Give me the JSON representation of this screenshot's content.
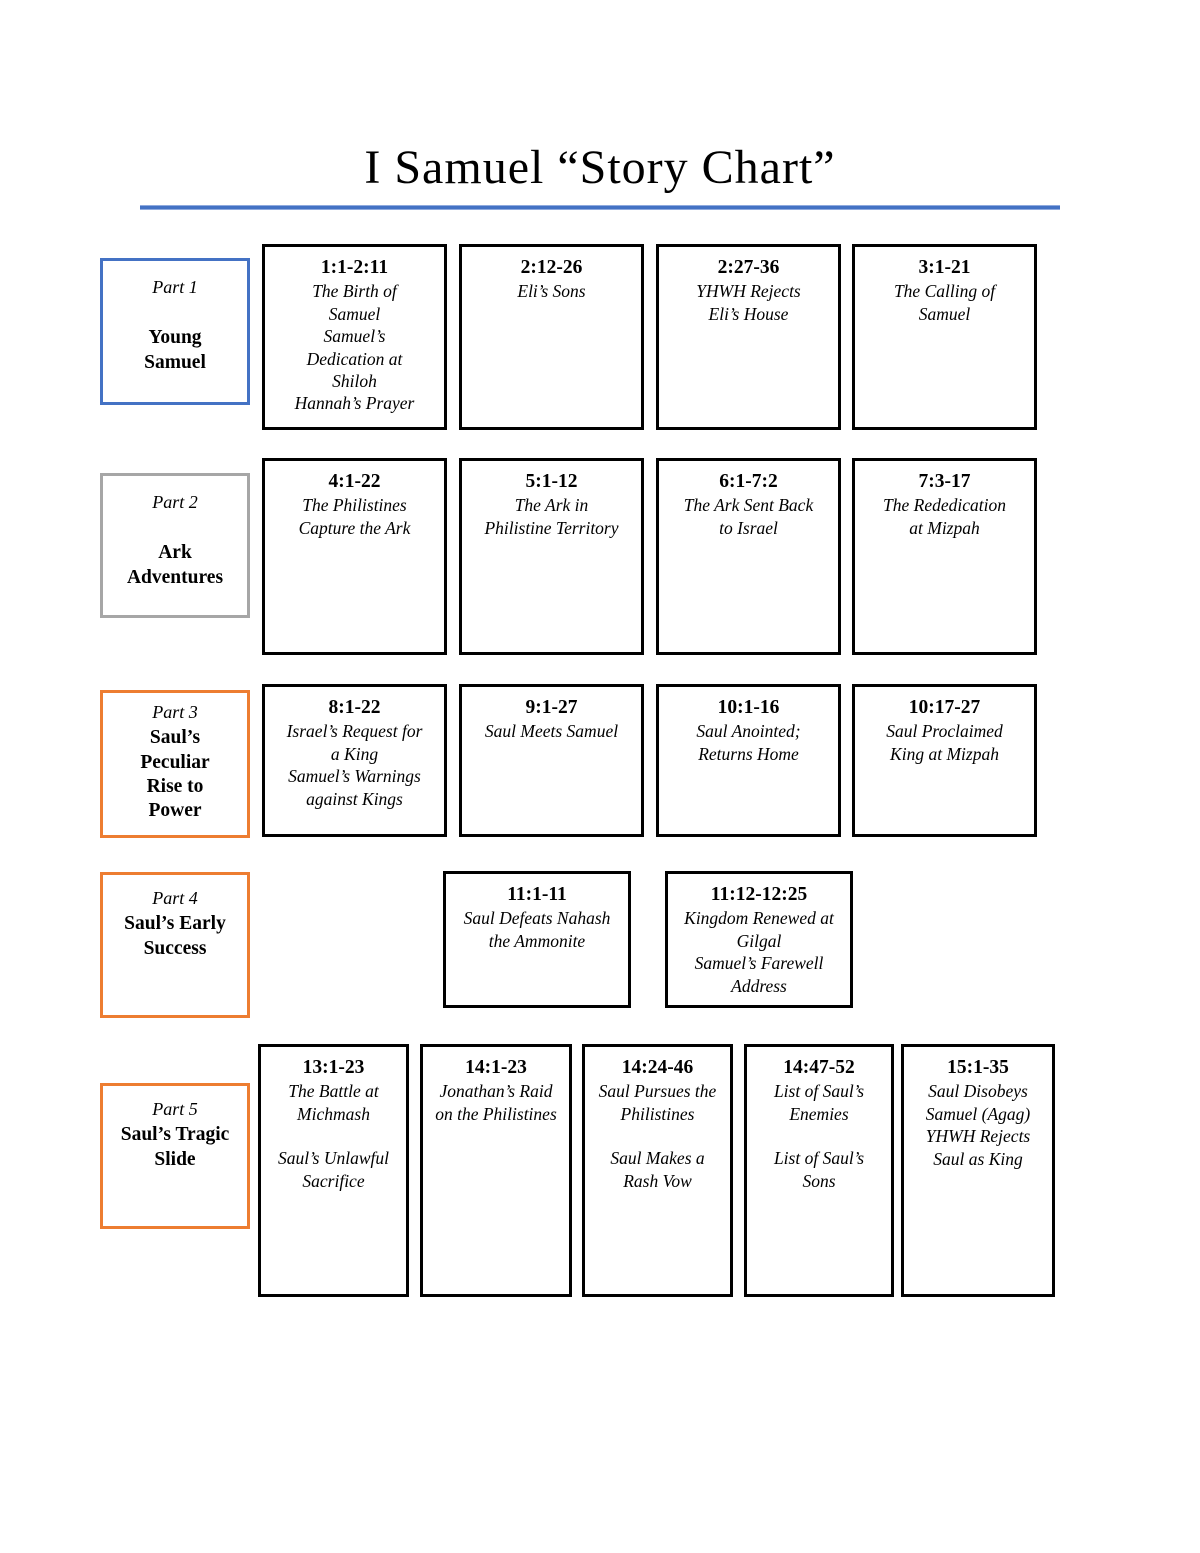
{
  "title": "I Samuel “Story Chart”",
  "colors": {
    "accent_blue": "#4472C4",
    "accent_gray": "#A6A6A6",
    "accent_orange": "#ED7D31",
    "box_border": "#000000"
  },
  "parts": [
    {
      "label": "Part 1",
      "title": "Young Samuel",
      "color": "#4472C4"
    },
    {
      "label": "Part 2",
      "title": "Ark Adventures",
      "color": "#A6A6A6"
    },
    {
      "label": "Part 3",
      "title": "Saul’s Peculiar Rise to Power",
      "color": "#ED7D31"
    },
    {
      "label": "Part 4",
      "title": "Saul’s Early Success",
      "color": "#ED7D31"
    },
    {
      "label": "Part 5",
      "title": "Saul’s Tragic Slide",
      "color": "#ED7D31"
    }
  ],
  "boxes": [
    {
      "ref": "1:1-2:11",
      "lines": [
        "The Birth of Samuel",
        "Samuel’s Dedication at Shiloh",
        "Hannah’s Prayer"
      ]
    },
    {
      "ref": "2:12-26",
      "lines": [
        "Eli’s Sons"
      ]
    },
    {
      "ref": "2:27-36",
      "lines": [
        "YHWH Rejects Eli’s House"
      ]
    },
    {
      "ref": "3:1-21",
      "lines": [
        "The Calling of Samuel"
      ]
    },
    {
      "ref": "4:1-22",
      "lines": [
        "The Philistines Capture the Ark"
      ]
    },
    {
      "ref": "5:1-12",
      "lines": [
        "The Ark in Philistine Territory"
      ]
    },
    {
      "ref": "6:1-7:2",
      "lines": [
        "The Ark Sent Back to Israel"
      ]
    },
    {
      "ref": "7:3-17",
      "lines": [
        "The Rededication at Mizpah"
      ]
    },
    {
      "ref": "8:1-22",
      "lines": [
        "Israel’s Request for a King",
        "Samuel’s Warnings against Kings"
      ]
    },
    {
      "ref": "9:1-27",
      "lines": [
        "Saul Meets Samuel"
      ]
    },
    {
      "ref": "10:1-16",
      "lines": [
        "Saul Anointed; Returns Home"
      ]
    },
    {
      "ref": "10:17-27",
      "lines": [
        "Saul Proclaimed King at Mizpah"
      ]
    },
    {
      "ref": "11:1-11",
      "lines": [
        "Saul Defeats Nahash the Ammonite"
      ]
    },
    {
      "ref": "11:12-12:25",
      "lines": [
        "Kingdom Renewed at Gilgal",
        "Samuel’s Farewell Address"
      ]
    },
    {
      "ref": "13:1-23",
      "lines": [
        "The Battle at Michmash",
        "",
        "Saul’s Unlawful Sacrifice"
      ]
    },
    {
      "ref": "14:1-23",
      "lines": [
        "Jonathan’s Raid on the Philistines"
      ]
    },
    {
      "ref": "14:24-46",
      "lines": [
        "Saul Pursues the Philistines",
        "",
        "Saul Makes a Rash Vow"
      ]
    },
    {
      "ref": "14:47-52",
      "lines": [
        "List of Saul’s Enemies",
        "",
        "List of Saul’s Sons"
      ]
    },
    {
      "ref": "15:1-35",
      "lines": [
        "Saul Disobeys Samuel (Agag)",
        "YHWH Rejects Saul as King"
      ]
    }
  ]
}
